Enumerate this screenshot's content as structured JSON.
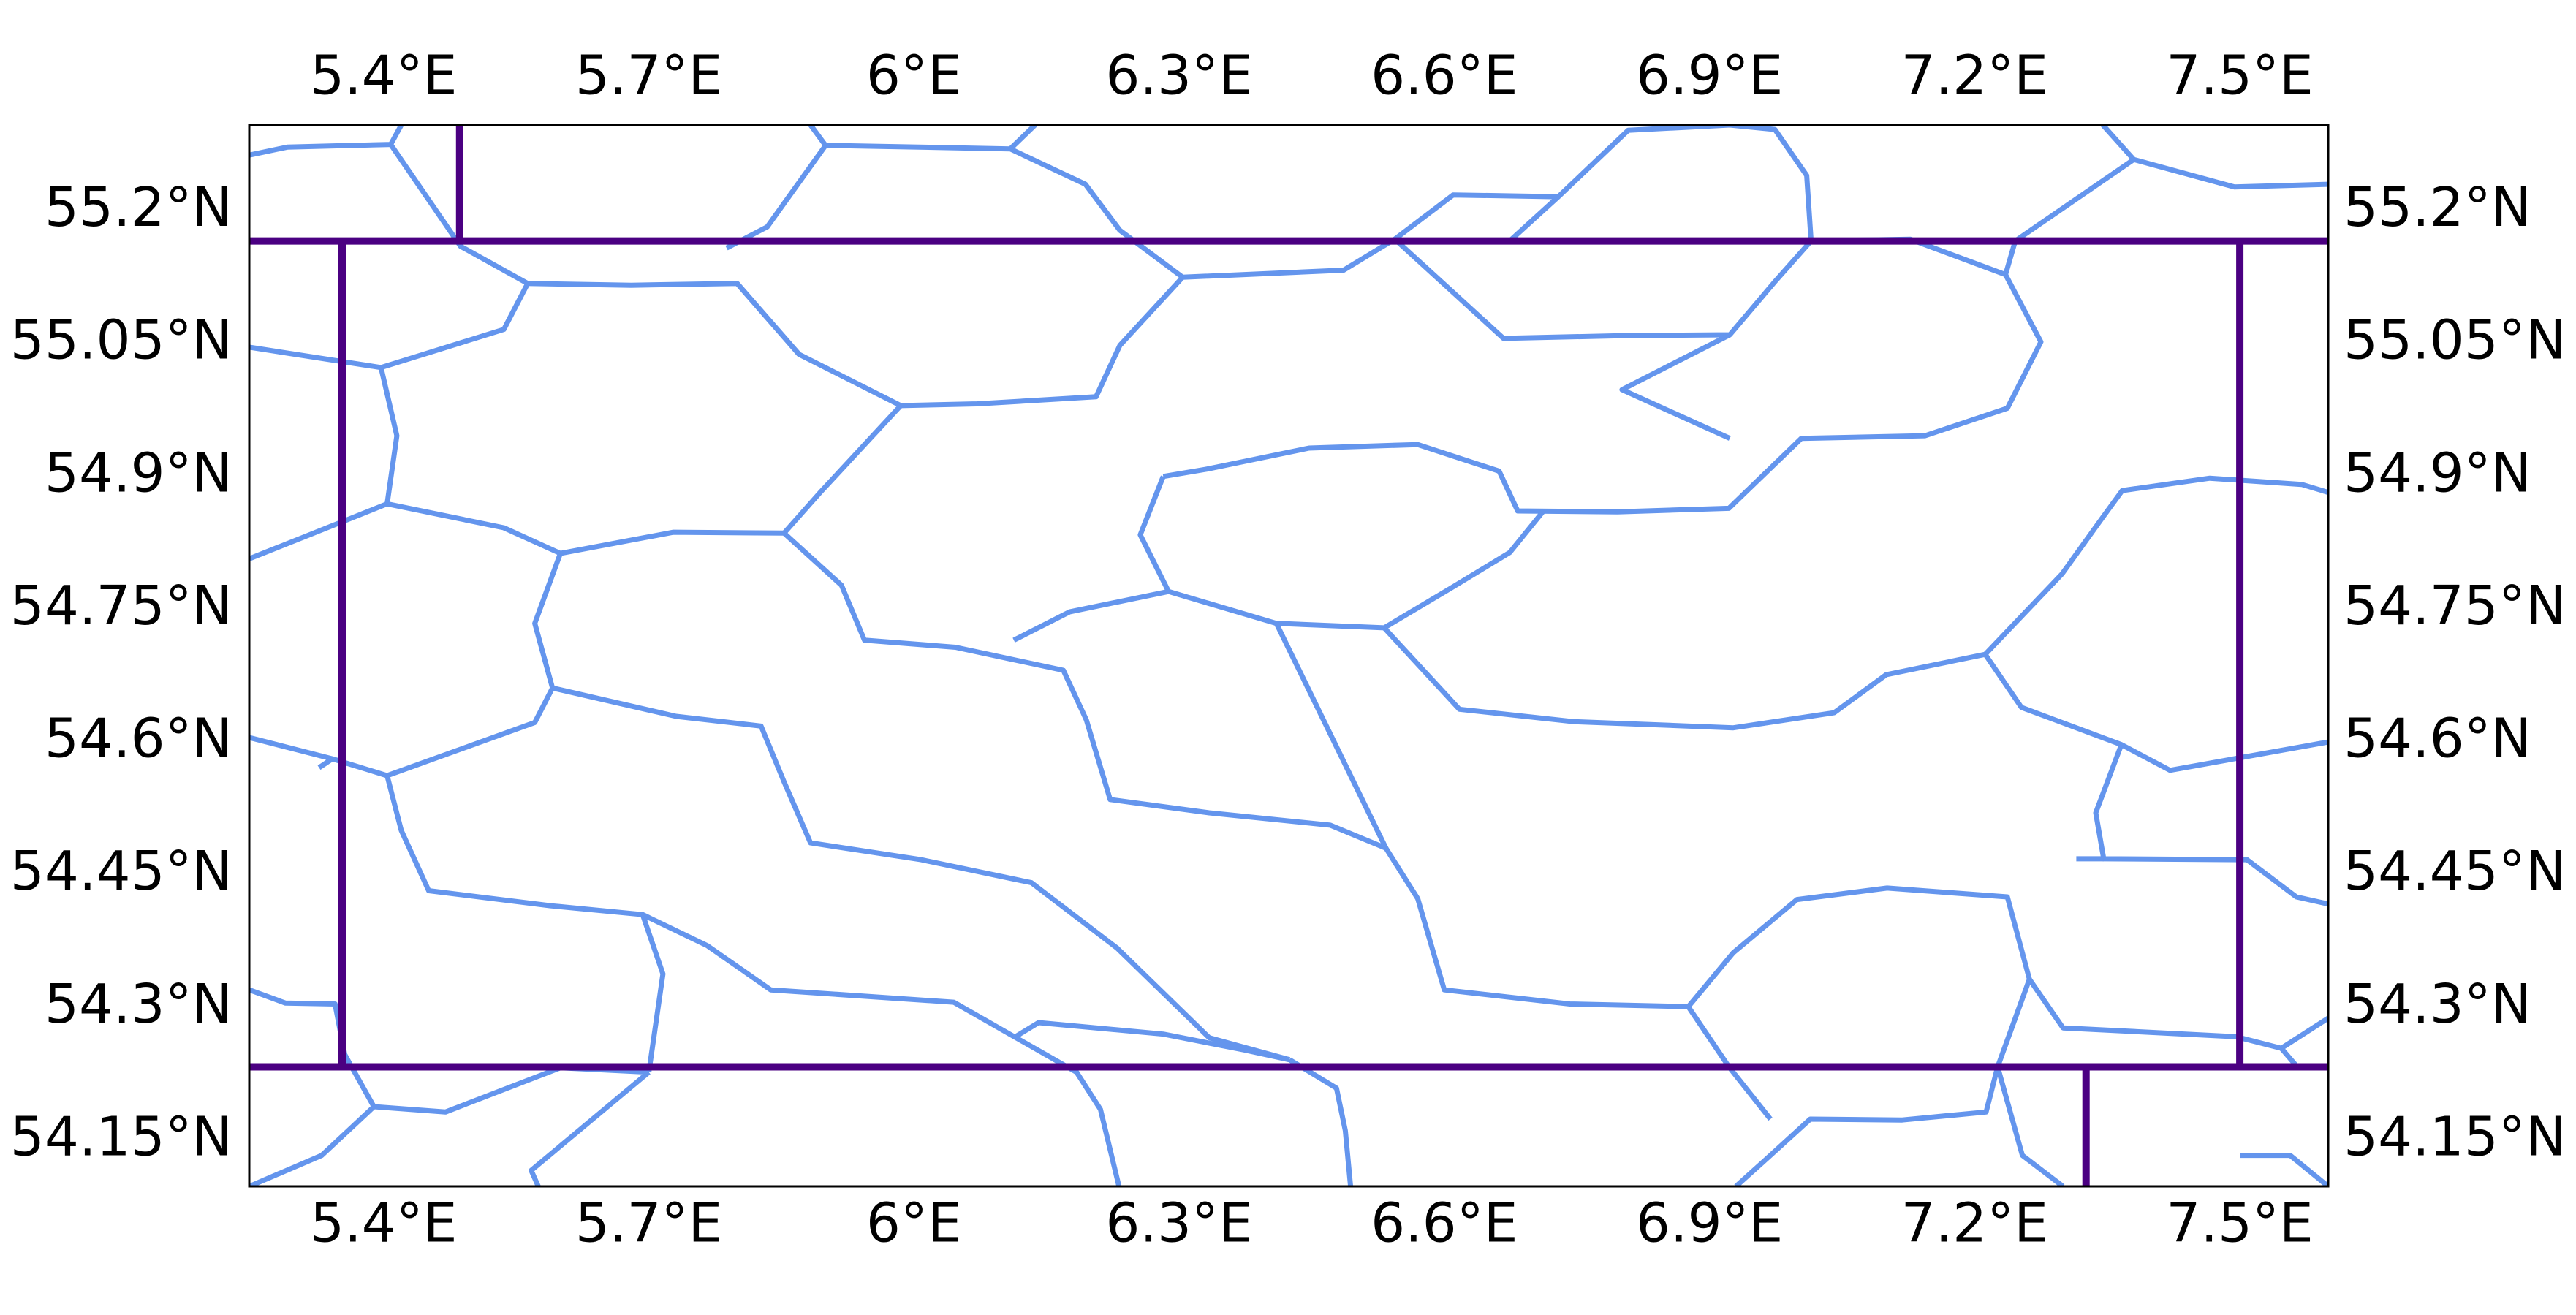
{
  "map": {
    "x_ticks": [
      {
        "value": 5.4,
        "label": "5.4°E"
      },
      {
        "value": 5.7,
        "label": "5.7°E"
      },
      {
        "value": 6.0,
        "label": "6°E"
      },
      {
        "value": 6.3,
        "label": "6.3°E"
      },
      {
        "value": 6.6,
        "label": "6.6°E"
      },
      {
        "value": 6.9,
        "label": "6.9°E"
      },
      {
        "value": 7.2,
        "label": "7.2°E"
      },
      {
        "value": 7.5,
        "label": "7.5°E"
      }
    ],
    "y_ticks": [
      {
        "value": 55.2,
        "label": "55.2°N"
      },
      {
        "value": 55.05,
        "label": "55.05°N"
      },
      {
        "value": 54.9,
        "label": "54.9°N"
      },
      {
        "value": 54.75,
        "label": "54.75°N"
      },
      {
        "value": 54.6,
        "label": "54.6°N"
      },
      {
        "value": 54.45,
        "label": "54.45°N"
      },
      {
        "value": 54.3,
        "label": "54.3°N"
      },
      {
        "value": 54.15,
        "label": "54.15°N"
      }
    ],
    "extent": {
      "lon": [
        5.248,
        7.6
      ],
      "lat": [
        54.098,
        55.297
      ]
    },
    "colors": {
      "cell_edges": "#6495ed",
      "bounds": "#4b0082",
      "frame": "#000000"
    },
    "bounds_lines": [
      [
        [
          5.248,
          55.166
        ],
        [
          7.6,
          55.166
        ]
      ],
      [
        [
          5.248,
          54.233
        ],
        [
          7.6,
          54.233
        ]
      ],
      [
        [
          5.353,
          55.166
        ],
        [
          5.353,
          54.233
        ]
      ],
      [
        [
          7.5,
          55.166
        ],
        [
          7.5,
          54.233
        ]
      ],
      [
        [
          5.486,
          55.297
        ],
        [
          5.486,
          55.166
        ]
      ],
      [
        [
          7.326,
          54.233
        ],
        [
          7.326,
          54.098
        ]
      ]
    ],
    "cell_edges": [
      [
        [
          5.248,
          55.263
        ],
        [
          5.291,
          55.272
        ],
        [
          5.408,
          55.275
        ],
        [
          5.42,
          55.297
        ]
      ],
      [
        [
          5.408,
          55.275
        ],
        [
          5.487,
          55.16
        ],
        [
          5.563,
          55.118
        ],
        [
          5.68,
          55.116
        ],
        [
          5.8,
          55.118
        ],
        [
          5.87,
          55.038
        ],
        [
          5.985,
          54.98
        ],
        [
          6.071,
          54.982
        ],
        [
          6.206,
          54.99
        ],
        [
          6.233,
          55.048
        ],
        [
          6.304,
          55.125
        ],
        [
          6.486,
          55.133
        ],
        [
          6.544,
          55.168
        ],
        [
          6.667,
          55.056
        ],
        [
          6.801,
          55.059
        ],
        [
          6.923,
          55.06
        ],
        [
          6.974,
          55.12
        ],
        [
          7.015,
          55.166
        ],
        [
          7.127,
          55.168
        ],
        [
          7.235,
          55.128
        ],
        [
          7.275,
          55.052
        ],
        [
          7.237,
          54.977
        ],
        [
          7.144,
          54.946
        ],
        [
          7.004,
          54.943
        ],
        [
          6.922,
          54.864
        ],
        [
          6.796,
          54.86
        ],
        [
          6.683,
          54.861
        ],
        [
          6.662,
          54.906
        ],
        [
          6.57,
          54.936
        ],
        [
          6.447,
          54.932
        ],
        [
          6.33,
          54.908
        ],
        [
          6.282,
          54.9
        ]
      ],
      [
        [
          5.563,
          55.118
        ],
        [
          5.536,
          55.066
        ],
        [
          5.397,
          55.023
        ],
        [
          5.248,
          55.046
        ]
      ],
      [
        [
          5.397,
          55.023
        ],
        [
          5.415,
          54.946
        ],
        [
          5.404,
          54.869
        ],
        [
          5.536,
          54.842
        ],
        [
          5.6,
          54.813
        ],
        [
          5.728,
          54.837
        ],
        [
          5.853,
          54.836
        ],
        [
          5.918,
          54.777
        ],
        [
          5.944,
          54.715
        ],
        [
          6.047,
          54.707
        ],
        [
          6.169,
          54.681
        ],
        [
          6.195,
          54.625
        ],
        [
          6.222,
          54.535
        ],
        [
          6.334,
          54.52
        ],
        [
          6.471,
          54.506
        ],
        [
          6.534,
          54.48
        ],
        [
          6.57,
          54.423
        ],
        [
          6.6,
          54.32
        ],
        [
          6.742,
          54.304
        ],
        [
          6.876,
          54.301
        ],
        [
          6.927,
          54.362
        ],
        [
          6.999,
          54.422
        ],
        [
          7.101,
          54.435
        ],
        [
          7.237,
          54.425
        ],
        [
          7.262,
          54.332
        ],
        [
          7.3,
          54.277
        ],
        [
          7.496,
          54.267
        ],
        [
          7.547,
          54.254
        ],
        [
          7.6,
          54.288
        ]
      ],
      [
        [
          5.404,
          54.869
        ],
        [
          5.248,
          54.807
        ]
      ],
      [
        [
          5.6,
          54.813
        ],
        [
          5.571,
          54.734
        ],
        [
          5.591,
          54.661
        ],
        [
          5.731,
          54.629
        ],
        [
          5.827,
          54.618
        ],
        [
          5.853,
          54.555
        ],
        [
          5.883,
          54.486
        ],
        [
          6.008,
          54.467
        ],
        [
          6.133,
          54.441
        ],
        [
          6.23,
          54.367
        ],
        [
          6.334,
          54.266
        ],
        [
          6.425,
          54.241
        ]
      ],
      [
        [
          5.853,
          54.836
        ],
        [
          5.894,
          54.882
        ],
        [
          5.985,
          54.98
        ]
      ],
      [
        [
          6.282,
          54.9
        ],
        [
          6.256,
          54.834
        ],
        [
          6.288,
          54.77
        ],
        [
          6.176,
          54.747
        ],
        [
          6.113,
          54.715
        ]
      ],
      [
        [
          6.288,
          54.77
        ],
        [
          6.41,
          54.734
        ],
        [
          6.532,
          54.729
        ],
        [
          6.606,
          54.773
        ],
        [
          6.674,
          54.814
        ],
        [
          6.713,
          54.862
        ]
      ],
      [
        [
          6.532,
          54.729
        ],
        [
          6.617,
          54.637
        ],
        [
          6.746,
          54.623
        ],
        [
          6.927,
          54.616
        ],
        [
          7.041,
          54.633
        ],
        [
          7.1,
          54.676
        ],
        [
          7.212,
          54.699
        ],
        [
          7.253,
          54.639
        ],
        [
          7.366,
          54.597
        ],
        [
          7.421,
          54.568
        ],
        [
          7.6,
          54.6
        ]
      ],
      [
        [
          7.212,
          54.699
        ],
        [
          7.299,
          54.79
        ],
        [
          7.345,
          54.854
        ],
        [
          7.367,
          54.884
        ],
        [
          7.466,
          54.898
        ],
        [
          7.57,
          54.891
        ],
        [
          7.6,
          54.882
        ]
      ],
      [
        [
          6.923,
          55.06
        ],
        [
          6.801,
          54.998
        ],
        [
          6.923,
          54.943
        ]
      ],
      [
        [
          5.248,
          54.605
        ],
        [
          5.342,
          54.581
        ],
        [
          5.404,
          54.562
        ],
        [
          5.42,
          54.5
        ],
        [
          5.451,
          54.432
        ],
        [
          5.589,
          54.415
        ],
        [
          5.693,
          54.405
        ],
        [
          5.766,
          54.37
        ],
        [
          5.838,
          54.32
        ],
        [
          6.045,
          54.306
        ],
        [
          6.184,
          54.227
        ],
        [
          6.211,
          54.185
        ],
        [
          6.232,
          54.098
        ]
      ],
      [
        [
          5.404,
          54.562
        ],
        [
          5.571,
          54.622
        ],
        [
          5.591,
          54.661
        ]
      ],
      [
        [
          5.342,
          54.581
        ],
        [
          5.327,
          54.571
        ]
      ],
      [
        [
          5.693,
          54.405
        ],
        [
          5.716,
          54.338
        ],
        [
          5.7,
          54.227
        ]
      ],
      [
        [
          5.7,
          54.227
        ],
        [
          5.6,
          54.232
        ],
        [
          5.47,
          54.182
        ],
        [
          5.389,
          54.188
        ],
        [
          5.356,
          54.247
        ],
        [
          5.345,
          54.304
        ],
        [
          5.289,
          54.305
        ],
        [
          5.248,
          54.32
        ]
      ],
      [
        [
          5.389,
          54.188
        ],
        [
          5.33,
          54.133
        ],
        [
          5.248,
          54.098
        ]
      ],
      [
        [
          5.7,
          54.227
        ],
        [
          5.567,
          54.116
        ],
        [
          5.575,
          54.098
        ]
      ],
      [
        [
          6.425,
          54.241
        ],
        [
          6.478,
          54.209
        ],
        [
          6.488,
          54.161
        ],
        [
          6.494,
          54.098
        ]
      ],
      [
        [
          6.425,
          54.241
        ],
        [
          6.374,
          54.252
        ],
        [
          6.282,
          54.27
        ],
        [
          6.141,
          54.283
        ],
        [
          6.113,
          54.266
        ]
      ],
      [
        [
          7.262,
          54.332
        ],
        [
          7.226,
          54.233
        ],
        [
          7.213,
          54.182
        ],
        [
          7.118,
          54.173
        ],
        [
          7.014,
          54.174
        ],
        [
          6.969,
          54.133
        ],
        [
          6.93,
          54.098
        ]
      ],
      [
        [
          7.226,
          54.233
        ],
        [
          7.254,
          54.133
        ],
        [
          7.3,
          54.098
        ]
      ],
      [
        [
          6.876,
          54.301
        ],
        [
          6.922,
          54.233
        ],
        [
          6.969,
          54.174
        ]
      ],
      [
        [
          7.366,
          54.597
        ],
        [
          7.337,
          54.52
        ],
        [
          7.346,
          54.468
        ],
        [
          7.508,
          54.467
        ],
        [
          7.564,
          54.425
        ],
        [
          7.6,
          54.417
        ]
      ],
      [
        [
          7.346,
          54.468
        ],
        [
          7.315,
          54.468
        ]
      ],
      [
        [
          7.547,
          54.254
        ],
        [
          7.565,
          54.233
        ]
      ],
      [
        [
          7.5,
          54.133
        ],
        [
          7.557,
          54.133
        ],
        [
          7.6,
          54.098
        ]
      ],
      [
        [
          7.345,
          55.297
        ],
        [
          7.38,
          55.258
        ],
        [
          7.494,
          55.227
        ],
        [
          7.6,
          55.23
        ]
      ],
      [
        [
          7.235,
          55.128
        ],
        [
          7.246,
          55.166
        ],
        [
          7.38,
          55.258
        ]
      ],
      [
        [
          6.674,
          55.166
        ],
        [
          6.729,
          55.216
        ],
        [
          6.808,
          55.291
        ],
        [
          6.923,
          55.297
        ],
        [
          6.974,
          55.292
        ],
        [
          7.01,
          55.24
        ],
        [
          7.015,
          55.166
        ]
      ],
      [
        [
          6.544,
          55.168
        ],
        [
          6.61,
          55.218
        ],
        [
          6.729,
          55.216
        ]
      ],
      [
        [
          6.304,
          55.125
        ],
        [
          6.233,
          55.178
        ],
        [
          6.194,
          55.23
        ],
        [
          6.109,
          55.27
        ],
        [
          5.955,
          55.273
        ],
        [
          5.9,
          55.274
        ],
        [
          5.883,
          55.297
        ]
      ],
      [
        [
          6.109,
          55.27
        ],
        [
          6.137,
          55.297
        ]
      ],
      [
        [
          5.87,
          55.038
        ],
        [
          5.8,
          55.118
        ]
      ],
      [
        [
          5.9,
          55.274
        ],
        [
          5.834,
          55.182
        ],
        [
          5.788,
          55.158
        ]
      ],
      [
        [
          6.41,
          54.734
        ],
        [
          6.534,
          54.48
        ]
      ]
    ]
  }
}
